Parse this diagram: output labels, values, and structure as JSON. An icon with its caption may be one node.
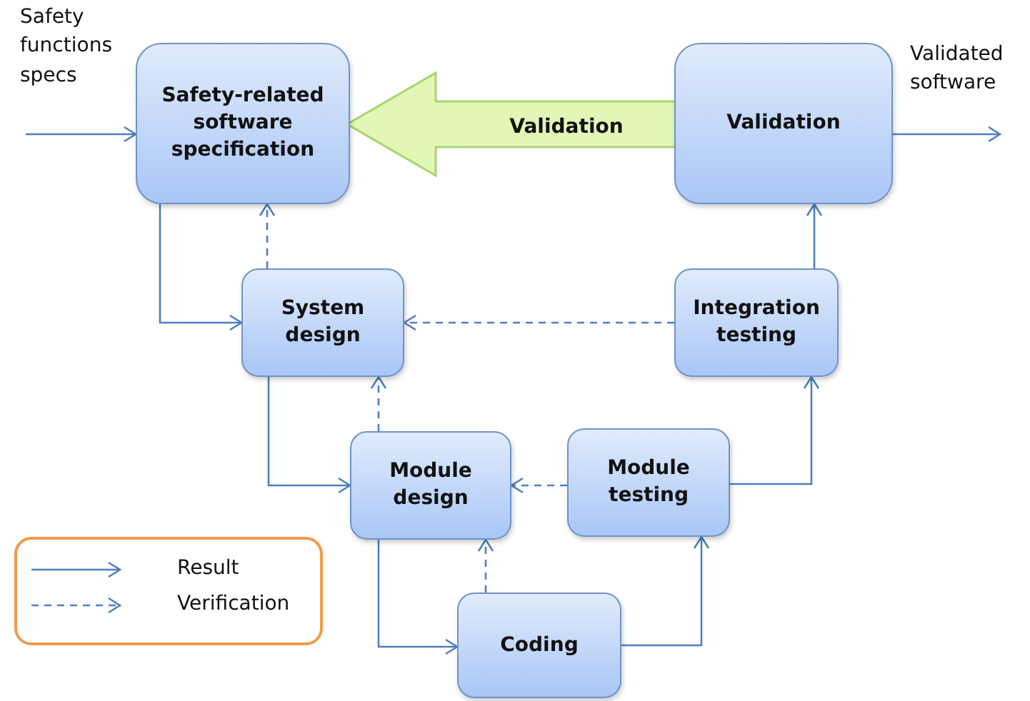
{
  "diagram": {
    "nodes": [
      {
        "text": [
          "Safety-related software specification"
        ]
      },
      {
        "text": [
          "Validation"
        ]
      },
      {
        "text": [
          "System design"
        ]
      },
      {
        "text": [
          "Integration testing"
        ]
      },
      {
        "text": [
          "Module design"
        ]
      },
      {
        "text": [
          "Module testing"
        ]
      },
      {
        "text": [
          "Coding"
        ]
      }
    ],
    "edges": [
      {
        "from": null,
        "to": 0,
        "arrow": "to"
      },
      {
        "from": 1,
        "to": null,
        "arrow": "to"
      },
      {
        "from": 1,
        "to": 0,
        "arrow": "to",
        "label": "Validation",
        "style": "thick",
        "color": "#e2f7b5"
      },
      {
        "from": 0,
        "to": 2,
        "arrow": "to"
      },
      {
        "from": 2,
        "to": 0,
        "arrow": "to",
        "style": "dashed"
      },
      {
        "from": 2,
        "to": 4,
        "arrow": "to"
      },
      {
        "from": 4,
        "to": 2,
        "arrow": "to",
        "style": "dashed"
      },
      {
        "from": 4,
        "to": 6,
        "arrow": "to"
      },
      {
        "from": 6,
        "to": 4,
        "arrow": "to",
        "style": "dashed"
      },
      {
        "from": 6,
        "to": 5,
        "arrow": "to"
      },
      {
        "from": 5,
        "to": 4,
        "arrow": "to",
        "style": "dashed"
      },
      {
        "from": 5,
        "to": 3,
        "arrow": "to"
      },
      {
        "from": 3,
        "to": 1,
        "arrow": "to"
      },
      {
        "from": 3,
        "to": 2,
        "arrow": "to",
        "style": "dashed"
      }
    ],
    "labels": [
      "Safety functions specs",
      "Validated software"
    ],
    "legend": [
      {
        "text": "Result"
      },
      {
        "text": "Verification"
      }
    ]
  }
}
